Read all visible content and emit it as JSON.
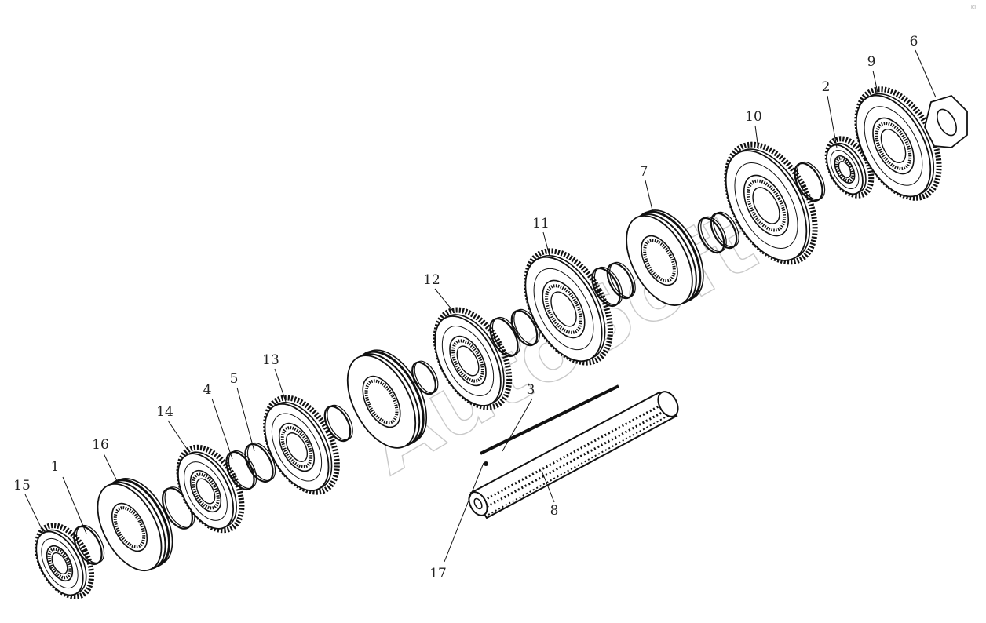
{
  "watermark": "AutoSoft",
  "corner_mark": "©",
  "callouts": [
    "1",
    "2",
    "3",
    "4",
    "5",
    "6",
    "7",
    "8",
    "9",
    "10",
    "11",
    "12",
    "13",
    "14",
    "15",
    "16",
    "17"
  ],
  "colors": {
    "line": "#1a1a1a",
    "fill": "#ffffff",
    "tooth": "#111111"
  }
}
